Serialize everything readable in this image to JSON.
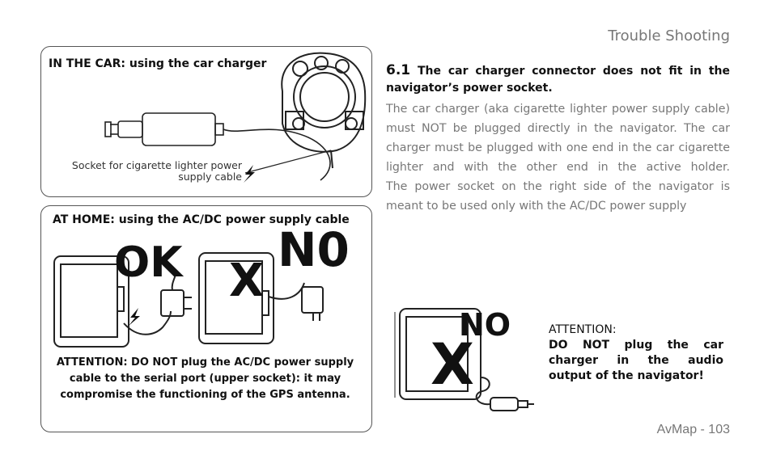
{
  "header": {
    "title": "Trouble Shooting"
  },
  "footer": {
    "page": "AvMap - 103"
  },
  "car_box": {
    "title": "IN THE CAR:  using the car charger",
    "socket_note": "Socket for cigarette lighter power supply cable"
  },
  "home_box": {
    "title": "AT HOME: using the AC/DC power supply cable",
    "ok": "OK",
    "no": "N0",
    "x": "X",
    "warning": "ATTENTION: DO NOT plug the AC/DC power supply cable to the serial port (upper socket): it may compromise the functioning of the GPS antenna."
  },
  "section": {
    "number": "6.1",
    "title": "The car charger connector does not fit in the navigator’s power socket.",
    "para1": "The car charger (aka cigarette lighter power supply cable) must NOT be plugged directly in the navigator. The car charger must be plugged with one end in the car cigarette lighter and with the other end in the active holder.",
    "para2": "The power socket on the right side of the navigator is meant to be used only with the AC/DC power supply"
  },
  "attention": {
    "label": "ATTENTION:",
    "text": "DO NOT plug the car charger in the audio output of the navigator!",
    "no": "NO",
    "x": "X"
  }
}
